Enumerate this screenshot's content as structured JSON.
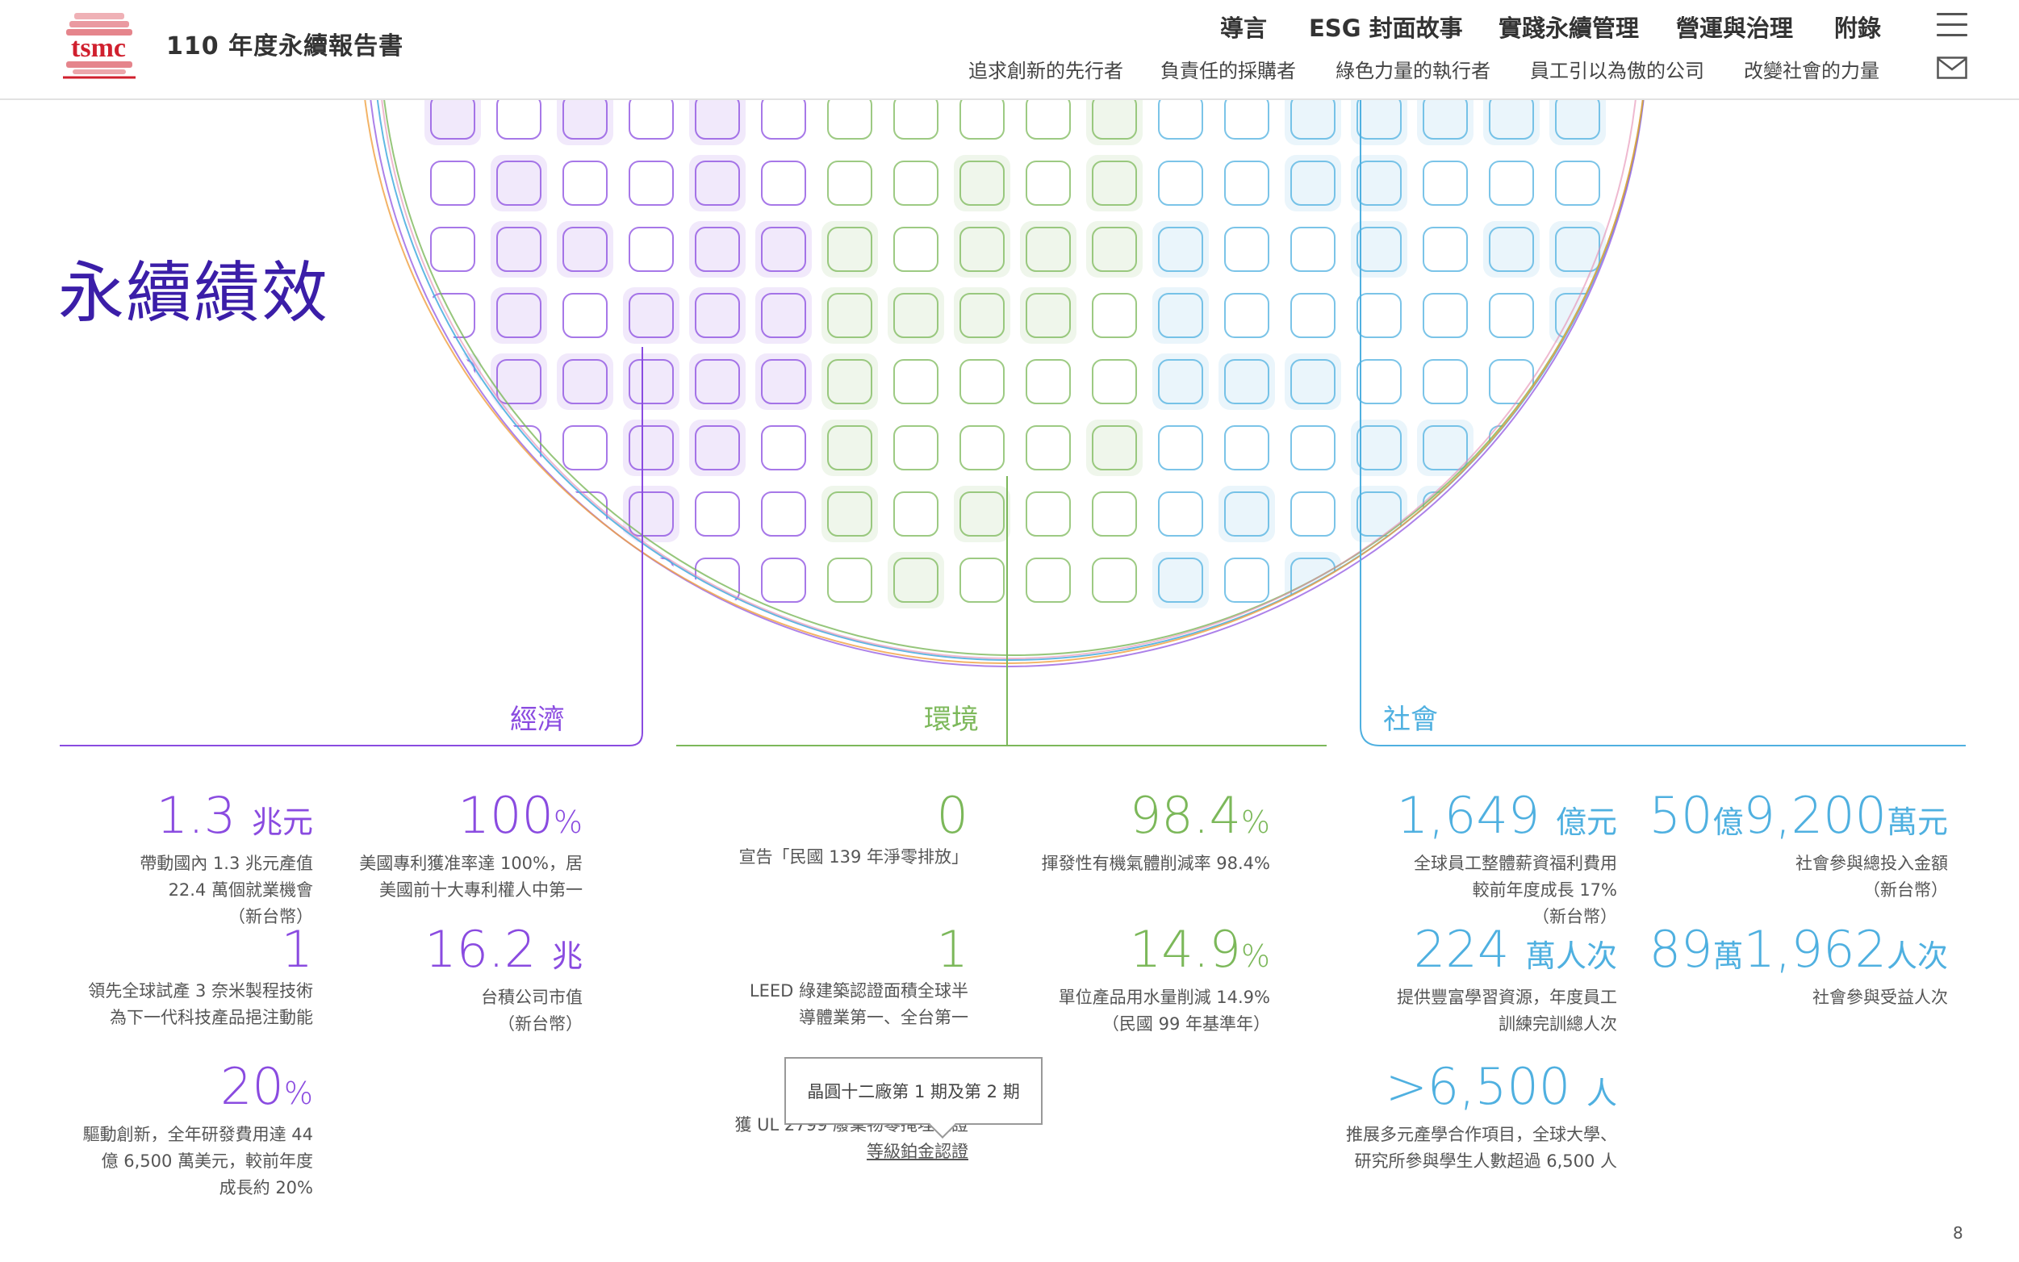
{
  "header": {
    "logo_text": "tsmc",
    "report_title": "110 年度永續報告書",
    "nav_main": [
      "導言",
      "ESG 封面故事",
      "實踐永續管理",
      "營運與治理",
      "附錄"
    ],
    "nav_sub": [
      "追求創新的先行者",
      "負責任的採購者",
      "綠色力量的執行者",
      "員工引以為傲的公司",
      "改變社會的力量"
    ]
  },
  "page_title": "永續績效",
  "categories": {
    "economy": "經濟",
    "environment": "環境",
    "society": "社會"
  },
  "colors": {
    "economy": "#8a4be0",
    "environment": "#7cb85a",
    "society": "#4fb0e0",
    "title": "#3b1ea8",
    "logo": "#d0202e"
  },
  "economy": [
    {
      "num": "1.3",
      "unit": "兆元",
      "desc": [
        "帶動國內 1.3 兆元產值",
        "22.4 萬個就業機會",
        "（新台幣）"
      ]
    },
    {
      "num": "100",
      "unit": "%",
      "desc": [
        "美國專利獲准率達 100%，居",
        "美國前十大專利權人中第一"
      ]
    },
    {
      "num": "1",
      "unit": "",
      "desc": [
        "領先全球試產 3 奈米製程技術",
        "為下一代科技產品挹注動能"
      ]
    },
    {
      "num": "16.2",
      "unit": "兆",
      "desc": [
        "台積公司市值",
        "（新台幣）"
      ]
    },
    {
      "num": "20",
      "unit": "%",
      "desc": [
        "驅動創新，全年研發費用達 44",
        "億 6,500 萬美元，較前年度",
        "成長約 20%"
      ]
    }
  ],
  "environment": [
    {
      "num": "0",
      "unit": "",
      "desc": [
        "宣告「民國 139 年淨零排放」"
      ]
    },
    {
      "num": "98.4",
      "unit": "%",
      "desc": [
        "揮發性有機氣體削減率 98.4%"
      ]
    },
    {
      "num": "1",
      "unit": "",
      "desc": [
        "LEED 綠建築認證面積全球半",
        "導體業第一、全台第一"
      ]
    },
    {
      "num": "14.9",
      "unit": "%",
      "desc": [
        "單位產品用水量削減 14.9%",
        "（民國 99 年基準年）"
      ]
    },
    {
      "desc": [
        "獲 UL 2799 廢棄物零掩埋驗證",
        "等級鉑金認證"
      ]
    }
  ],
  "society": [
    {
      "num": "1,649",
      "unit": "億元",
      "desc": [
        "全球員工整體薪資福利費用",
        "較前年度成長 17%",
        "（新台幣）"
      ]
    },
    {
      "num_a": "50",
      "unit_a": "億",
      "num_b": "9,200",
      "unit_b": "萬元",
      "desc": [
        "社會參與總投入金額",
        "（新台幣）"
      ]
    },
    {
      "num": "224",
      "unit": "萬人次",
      "desc": [
        "提供豐富學習資源，年度員工",
        "訓練完訓總人次"
      ]
    },
    {
      "num_a": "89",
      "unit_a": "萬",
      "num_b": "1,962",
      "unit_b": "人次",
      "desc": [
        "社會參與受益人次"
      ]
    },
    {
      "num": ">6,500",
      "unit": "人",
      "desc": [
        "推展多元產學合作項目，全球大學、",
        "研究所參與學生人數超過 6,500 人"
      ]
    }
  ],
  "tooltip": "晶圓十二廠第 1 期及第 2 期",
  "page_number": "8",
  "icons": {
    "menu": "hamburger-icon",
    "mail": "mail-icon"
  }
}
